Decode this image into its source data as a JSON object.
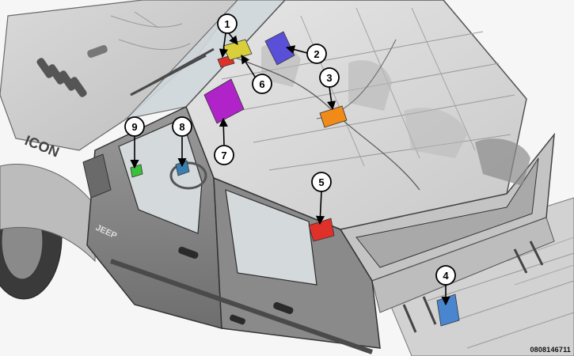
{
  "figure_id": "0808146711",
  "vehicle_badge": "ICON",
  "hood_badge": "JEEP",
  "component_colors": {
    "red": "#e0302a",
    "yellow": "#d9cf3a",
    "blue": "#5a50d8",
    "orange": "#f08a18",
    "purple": "#b023c8",
    "green": "#3cc03a",
    "teal": "#3a7fb0",
    "light_blue": "#4a86d0"
  },
  "callouts": [
    {
      "number": "1"
    },
    {
      "number": "2"
    },
    {
      "number": "3"
    },
    {
      "number": "4"
    },
    {
      "number": "5"
    },
    {
      "number": "6"
    },
    {
      "number": "7"
    },
    {
      "number": "8"
    },
    {
      "number": "9"
    }
  ]
}
